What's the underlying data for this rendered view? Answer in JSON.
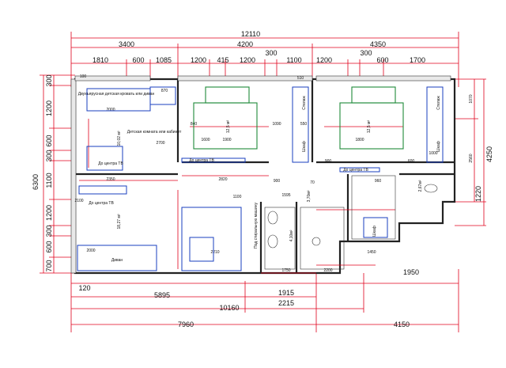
{
  "dimensions": {
    "total_top": "12110",
    "top_sections": [
      "3400",
      "4200",
      "4350"
    ],
    "top_small_1": [
      "1810",
      "600",
      "1085"
    ],
    "top_small_2": [
      "1200",
      "415",
      "1200",
      "300",
      "1100"
    ],
    "top_small_3": [
      "1200",
      "300",
      "600",
      "1700"
    ],
    "left_total": "6300",
    "left_parts": [
      "300",
      "1200",
      "600",
      "300",
      "1100",
      "1200",
      "300",
      "600",
      "700"
    ],
    "right_total": "4250",
    "right_parts": [
      "1070",
      "2560",
      "1220"
    ],
    "bottom_row1": [
      "120",
      "1915",
      "1950"
    ],
    "bottom_row2": [
      "5895",
      "2215"
    ],
    "bottom_row3": [
      "10160"
    ],
    "bottom_row4": [
      "7960",
      "4150"
    ],
    "interior": [
      "2820",
      "900",
      "1090",
      "1900",
      "2700",
      "2000",
      "2350",
      "1100",
      "2000",
      "1800",
      "1600",
      "900",
      "960",
      "1000",
      "600",
      "550",
      "70",
      "840",
      "1595",
      "1750",
      "2200",
      "870",
      "510",
      "100",
      "2100",
      "2210",
      "1450"
    ]
  },
  "labels": {
    "kids_bed": "Двухъярусная детская кровать или диван",
    "kids_room": "Детская комната или кабинет",
    "kids_area": "10,02 м²",
    "to_tv_1": "До центра ТВ",
    "to_tv_2": "До центра ТВ",
    "to_tv_3": "До центра ТВ",
    "to_tv_4": "До центра ТВ",
    "bedroom1_area": "12,5 м²",
    "bedroom2_area": "12,5 м²",
    "living_area": "18,27 м²",
    "sofa": "Диван",
    "wardrobe1": "Шкаф",
    "wardrobe2": "Шкаф",
    "wardrobe3": "Шкаф",
    "rack1": "Стелаж",
    "rack2": "Стелаж",
    "washer": "Под стиральную машину",
    "bath_area1": "3,70м²",
    "bath_area2": "4,10м²",
    "wc_area": "2,67м²"
  },
  "colors": {
    "dimension_lines": "#e0001b",
    "walls": "#222222",
    "furniture": "#1a3fbf",
    "beds": "#1e8a3a"
  }
}
